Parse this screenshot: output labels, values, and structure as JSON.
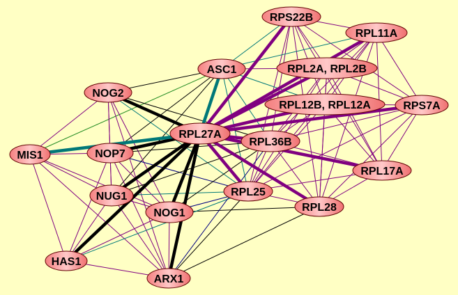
{
  "colors": {
    "background": "#ffffc4",
    "purple": "#800080",
    "teal": "#007878",
    "green": "#228b22",
    "black": "#000000",
    "blue": "#000080",
    "node_light": "#ffd0d0",
    "node_dark": "#f07070",
    "node_stroke": "#600000"
  },
  "nodes": [
    {
      "id": "RPS22B",
      "label": "RPS22B"
    },
    {
      "id": "RPL11A",
      "label": "RPL11A"
    },
    {
      "id": "ASC1",
      "label": "ASC1"
    },
    {
      "id": "RPL2A",
      "label": "RPL2A, RPL2B"
    },
    {
      "id": "NOG2",
      "label": "NOG2"
    },
    {
      "id": "RPL12B",
      "label": "RPL12B, RPL12A"
    },
    {
      "id": "RPS7A",
      "label": "RPS7A"
    },
    {
      "id": "RPL27A",
      "label": "RPL27A"
    },
    {
      "id": "RPL36B",
      "label": "RPL36B"
    },
    {
      "id": "MIS1",
      "label": "MIS1"
    },
    {
      "id": "NOP7",
      "label": "NOP7"
    },
    {
      "id": "RPL17A",
      "label": "RPL17A"
    },
    {
      "id": "NUG1",
      "label": "NUG1"
    },
    {
      "id": "RPL25",
      "label": "RPL25"
    },
    {
      "id": "RPL28",
      "label": "RPL28"
    },
    {
      "id": "NOG1",
      "label": "NOG1"
    },
    {
      "id": "HAS1",
      "label": "HAS1"
    },
    {
      "id": "ARX1",
      "label": "ARX1"
    }
  ],
  "edges": [
    [
      "RPL27A",
      "RPS22B",
      "purple",
      true
    ],
    [
      "RPL27A",
      "RPL11A",
      "purple",
      true
    ],
    [
      "RPL27A",
      "RPL2A",
      "purple",
      true
    ],
    [
      "RPL27A",
      "RPL12B",
      "purple",
      true
    ],
    [
      "RPL27A",
      "RPS7A",
      "purple",
      true
    ],
    [
      "RPL27A",
      "RPL36B",
      "purple",
      true
    ],
    [
      "RPL27A",
      "RPL17A",
      "purple",
      true
    ],
    [
      "RPL27A",
      "RPL28",
      "purple",
      true
    ],
    [
      "RPL27A",
      "RPL25",
      "purple",
      true
    ],
    [
      "RPL27A",
      "NOG2",
      "black",
      true
    ],
    [
      "RPL27A",
      "NOP7",
      "black",
      true
    ],
    [
      "RPL27A",
      "NUG1",
      "black",
      true
    ],
    [
      "RPL27A",
      "HAS1",
      "black",
      true
    ],
    [
      "RPL27A",
      "NOG1",
      "black",
      true
    ],
    [
      "RPL27A",
      "ARX1",
      "black",
      true
    ],
    [
      "RPL27A",
      "MIS1",
      "teal",
      true
    ],
    [
      "RPL27A",
      "ASC1",
      "teal",
      true
    ],
    [
      "RPS22B",
      "RPL11A",
      "purple",
      false
    ],
    [
      "RPS22B",
      "RPL2A",
      "purple",
      false
    ],
    [
      "RPS22B",
      "RPL12B",
      "purple",
      false
    ],
    [
      "RPS22B",
      "RPS7A",
      "purple",
      false
    ],
    [
      "RPS22B",
      "RPL36B",
      "purple",
      false
    ],
    [
      "RPS22B",
      "RPL17A",
      "purple",
      false
    ],
    [
      "RPS22B",
      "RPL28",
      "purple",
      false
    ],
    [
      "RPS22B",
      "ASC1",
      "teal",
      false
    ],
    [
      "RPS22B",
      "RPL25",
      "purple",
      false
    ],
    [
      "RPL11A",
      "RPL2A",
      "purple",
      false
    ],
    [
      "RPL11A",
      "RPL12B",
      "purple",
      false
    ],
    [
      "RPL11A",
      "RPS7A",
      "purple",
      false
    ],
    [
      "RPL11A",
      "RPL36B",
      "purple",
      false
    ],
    [
      "RPL11A",
      "RPL17A",
      "purple",
      false
    ],
    [
      "RPL11A",
      "RPL28",
      "purple",
      false
    ],
    [
      "RPL11A",
      "ASC1",
      "teal",
      false
    ],
    [
      "RPL11A",
      "RPL25",
      "purple",
      false
    ],
    [
      "RPL2A",
      "RPL12B",
      "purple",
      false
    ],
    [
      "RPL2A",
      "RPS7A",
      "purple",
      false
    ],
    [
      "RPL2A",
      "RPL36B",
      "purple",
      false
    ],
    [
      "RPL2A",
      "RPL17A",
      "purple",
      false
    ],
    [
      "RPL2A",
      "RPL28",
      "purple",
      false
    ],
    [
      "RPL2A",
      "RPL25",
      "purple",
      false
    ],
    [
      "RPL2A",
      "ASC1",
      "purple",
      false
    ],
    [
      "RPL12B",
      "RPS7A",
      "purple",
      false
    ],
    [
      "RPL12B",
      "RPL36B",
      "purple",
      false
    ],
    [
      "RPL12B",
      "RPL17A",
      "purple",
      false
    ],
    [
      "RPL12B",
      "RPL28",
      "purple",
      false
    ],
    [
      "RPL12B",
      "RPL25",
      "purple",
      false
    ],
    [
      "RPL12B",
      "ASC1",
      "teal",
      false
    ],
    [
      "RPS7A",
      "RPL36B",
      "purple",
      false
    ],
    [
      "RPS7A",
      "RPL17A",
      "purple",
      false
    ],
    [
      "RPS7A",
      "RPL28",
      "purple",
      false
    ],
    [
      "RPS7A",
      "RPL25",
      "purple",
      false
    ],
    [
      "RPL36B",
      "RPL17A",
      "purple",
      false
    ],
    [
      "RPL36B",
      "RPL28",
      "purple",
      false
    ],
    [
      "RPL36B",
      "RPL25",
      "purple",
      false
    ],
    [
      "RPL36B",
      "ASC1",
      "teal",
      false
    ],
    [
      "RPL17A",
      "RPL28",
      "purple",
      false
    ],
    [
      "RPL17A",
      "RPL25",
      "purple",
      false
    ],
    [
      "RPL28",
      "RPL25",
      "purple",
      false
    ],
    [
      "ASC1",
      "NOG2",
      "black",
      false
    ],
    [
      "ASC1",
      "MIS1",
      "green",
      false
    ],
    [
      "ASC1",
      "NOP7",
      "black",
      false
    ],
    [
      "ASC1",
      "RPL25",
      "teal",
      false
    ],
    [
      "ASC1",
      "NUG1",
      "black",
      false
    ],
    [
      "NOG2",
      "MIS1",
      "purple",
      false
    ],
    [
      "NOG2",
      "NOP7",
      "purple",
      false
    ],
    [
      "NOG2",
      "NUG1",
      "purple",
      false
    ],
    [
      "NOG2",
      "NOG1",
      "purple",
      false
    ],
    [
      "NOG2",
      "ARX1",
      "purple",
      false
    ],
    [
      "NOG2",
      "RPL25",
      "teal",
      false
    ],
    [
      "NOG2",
      "RPL36B",
      "black",
      false
    ],
    [
      "MIS1",
      "NOP7",
      "purple",
      false
    ],
    [
      "MIS1",
      "NUG1",
      "purple",
      false
    ],
    [
      "MIS1",
      "NOG1",
      "purple",
      false
    ],
    [
      "MIS1",
      "HAS1",
      "purple",
      false
    ],
    [
      "MIS1",
      "ARX1",
      "purple",
      false
    ],
    [
      "NOP7",
      "NUG1",
      "purple",
      false
    ],
    [
      "NOP7",
      "NOG1",
      "purple",
      false
    ],
    [
      "NOP7",
      "HAS1",
      "purple",
      false
    ],
    [
      "NOP7",
      "ARX1",
      "purple",
      false
    ],
    [
      "NOP7",
      "RPL25",
      "blue",
      false
    ],
    [
      "NOP7",
      "RPL36B",
      "black",
      false
    ],
    [
      "NUG1",
      "NOG1",
      "purple",
      false
    ],
    [
      "NUG1",
      "HAS1",
      "purple",
      false
    ],
    [
      "NUG1",
      "ARX1",
      "purple",
      false
    ],
    [
      "NUG1",
      "RPL25",
      "teal",
      false
    ],
    [
      "NUG1",
      "RPL36B",
      "black",
      false
    ],
    [
      "NOG1",
      "ARX1",
      "purple",
      false
    ],
    [
      "NOG1",
      "HAS1",
      "purple",
      false
    ],
    [
      "NOG1",
      "RPL25",
      "blue",
      false
    ],
    [
      "NOG1",
      "RPL28",
      "black",
      false
    ],
    [
      "NOG1",
      "RPL36B",
      "black",
      false
    ],
    [
      "HAS1",
      "ARX1",
      "purple",
      false
    ],
    [
      "HAS1",
      "RPL25",
      "teal",
      false
    ],
    [
      "ARX1",
      "RPL25",
      "black",
      false
    ],
    [
      "ARX1",
      "RPL28",
      "black",
      false
    ],
    [
      "ARX1",
      "RPL36B",
      "blue",
      false
    ]
  ]
}
